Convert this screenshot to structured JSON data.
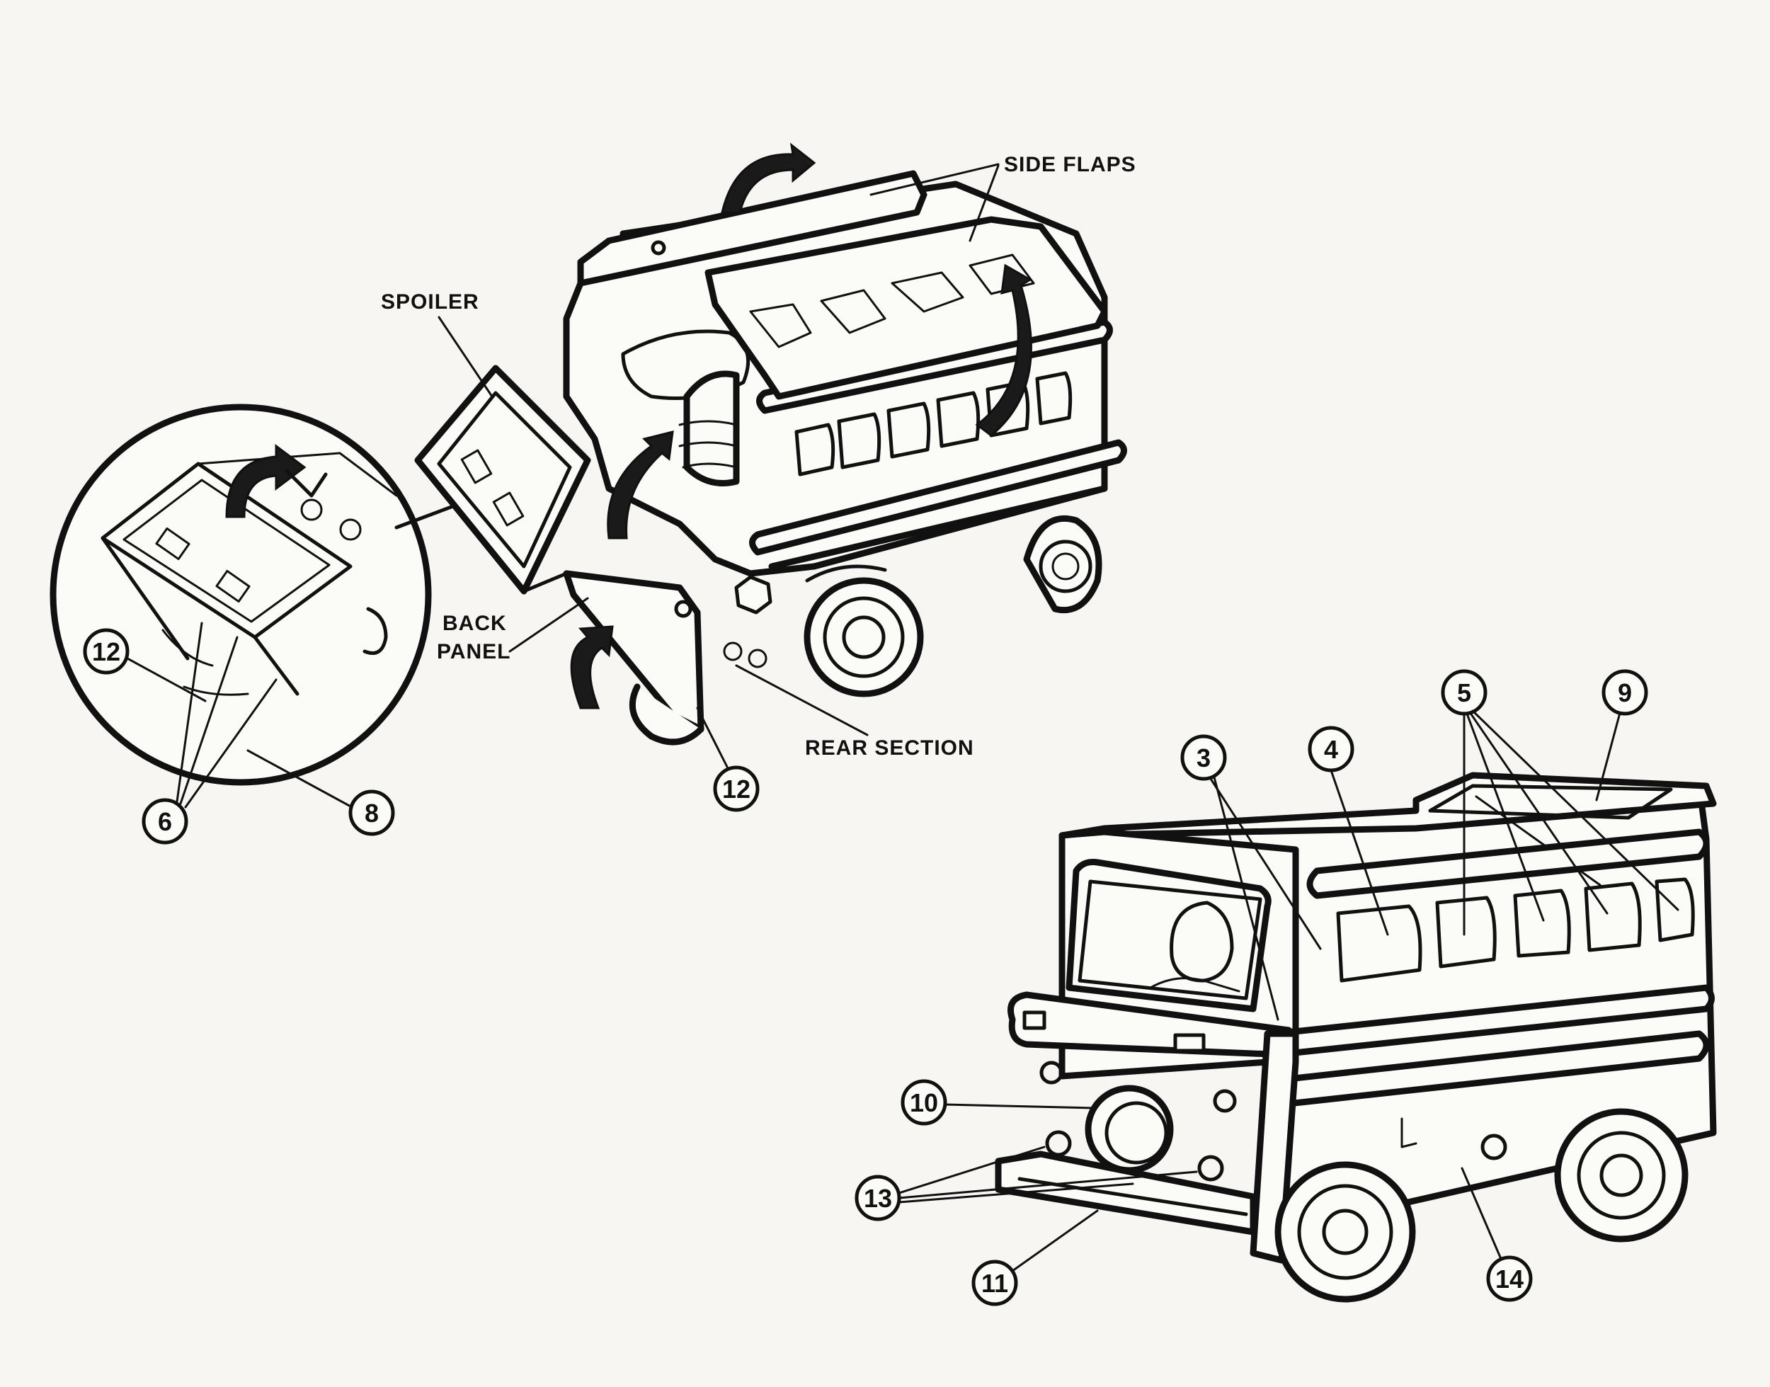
{
  "labels": {
    "side_flaps": "SIDE FLAPS",
    "spoiler": "SPOILER",
    "back_panel_line1": "BACK",
    "back_panel_line2": "PANEL",
    "rear_section": "REAR SECTION"
  },
  "callouts": {
    "c12_detail": "12",
    "c6": "6",
    "c8": "8",
    "c12_rear": "12",
    "c3": "3",
    "c4": "4",
    "c5": "5",
    "c9": "9",
    "c10": "10",
    "c13": "13",
    "c11": "11",
    "c14": "14"
  },
  "colors": {
    "ink": "#111111",
    "paper": "#f7f6f2"
  }
}
